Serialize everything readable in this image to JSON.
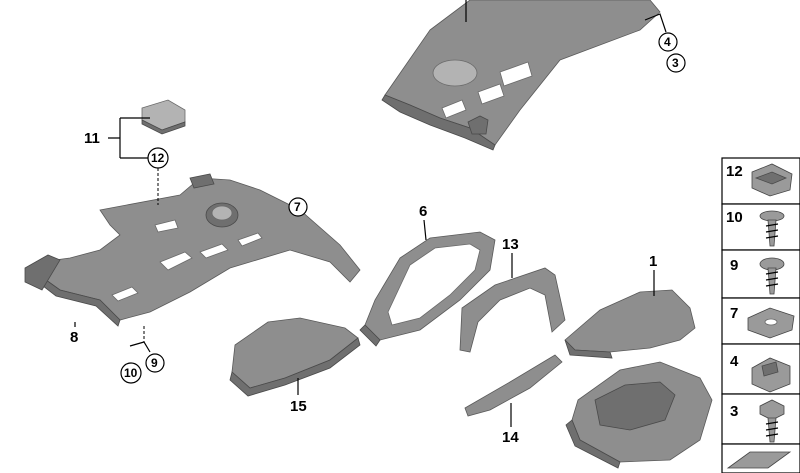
{
  "diagram": {
    "callouts": {
      "c1": "1",
      "c3": "3",
      "c4": "4",
      "c6": "6",
      "c7": "7",
      "c8": "8",
      "c9": "9",
      "c10": "10",
      "c11": "11",
      "c12": "12",
      "c13": "13",
      "c14": "14",
      "c15": "15"
    },
    "fastener_panel": [
      "12",
      "10",
      "9",
      "7",
      "4",
      "3"
    ]
  }
}
